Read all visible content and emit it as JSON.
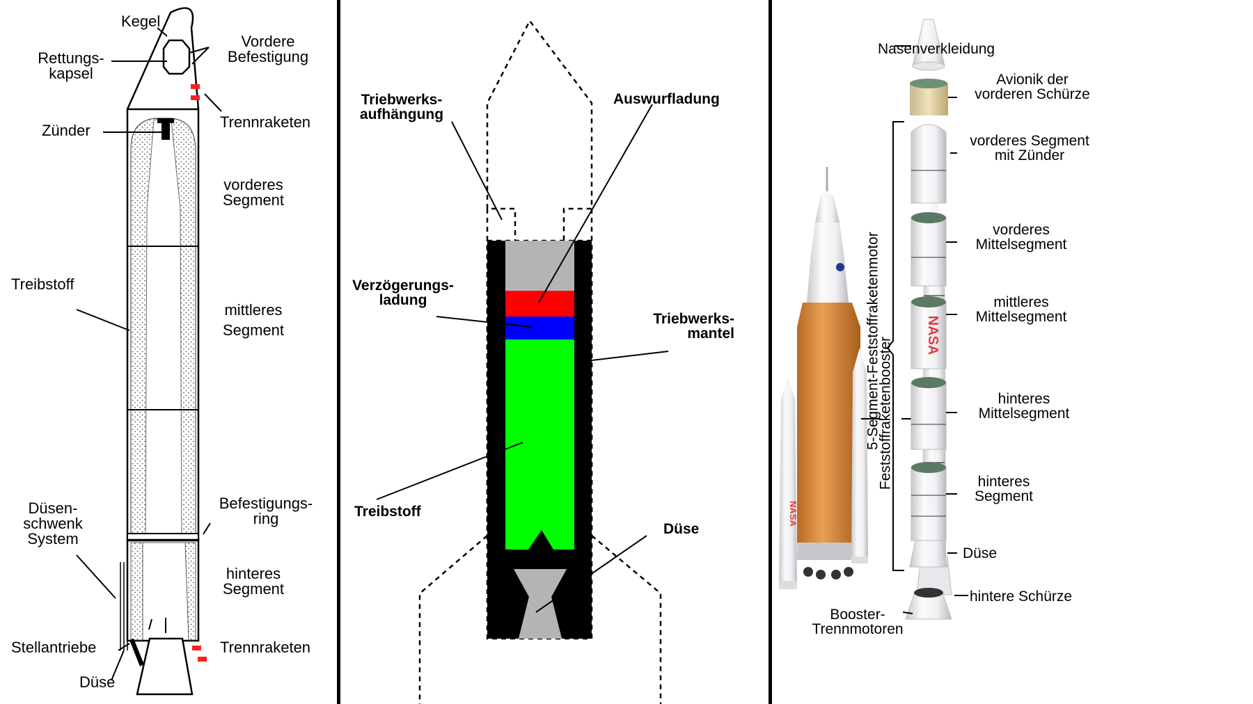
{
  "left": {
    "kegel": "Kegel",
    "rettungskapsel": [
      "Rettungs-",
      "kapsel"
    ],
    "vordere_befestigung": [
      "Vordere",
      "Befestigung"
    ],
    "trennraketen_top": "Trennraketen",
    "zuender": "Zünder",
    "vorderes_segment": [
      "vorderes",
      "Segment"
    ],
    "treibstoff": "Treibstoff",
    "mittleres_segment": [
      "mittleres",
      "Segment"
    ],
    "befestigungsring": [
      "Befestigungs-",
      "ring"
    ],
    "duesenschwenk": [
      "Düsen-",
      "schwenk",
      "System"
    ],
    "hinteres_segment": [
      "hinteres",
      "Segment"
    ],
    "stellantriebe": "Stellantriebe",
    "trennraketen_bottom": "Trennraketen",
    "duese": "Düse"
  },
  "middle": {
    "triebwerksaufhaengung": [
      "Triebwerks-",
      "aufhängung"
    ],
    "auswurfladung": "Auswurfladung",
    "verzoegerungsladung": [
      "Verzögerungs-",
      "ladung"
    ],
    "triebwerksmantel": [
      "Triebwerks-",
      "mantel"
    ],
    "treibstoff": "Treibstoff",
    "duese": "Düse",
    "colors": {
      "ejection_charge": "#ff0000",
      "delay_charge": "#0000ff",
      "propellant": "#00ff00",
      "casing": "#000000",
      "cavity": "#b4b4b4"
    }
  },
  "right": {
    "nasenverkleidung": "Nasenverkleidung",
    "avionik": [
      "Avionik der",
      "vorderen Schürze"
    ],
    "vorderes_segment_zuender": [
      "vorderes Segment",
      "mit Zünder"
    ],
    "vorderes_mittelsegment": [
      "vorderes",
      "Mittelsegment"
    ],
    "mittleres_mittelsegment": [
      "mittleres",
      "Mittelsegment"
    ],
    "hinteres_mittelsegment": [
      "hinteres",
      "Mittelsegment"
    ],
    "hinteres_segment": [
      "hinteres",
      "Segment"
    ],
    "duese": "Düse",
    "hintere_schuerze": "hintere Schürze",
    "booster_trennmotoren": [
      "Booster-",
      "Trennmotoren"
    ],
    "motor_label": "5-Segment-Feststoffraketenmotor",
    "booster_label": "Feststoffraketenbooster",
    "logo_text": "NASA",
    "colors": {
      "core_stage": "#e0913f",
      "booster_white": "#f4f4f6",
      "logo_red": "#e03a3a",
      "segment_interior": "#5a7a64"
    }
  }
}
